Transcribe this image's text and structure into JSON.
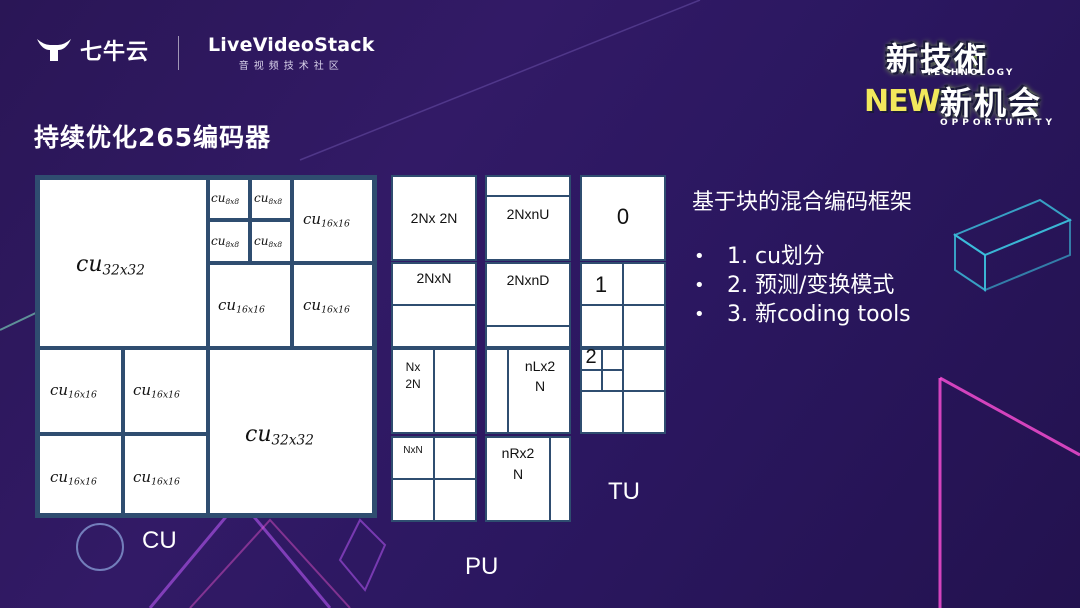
{
  "header": {
    "qiniu_logo_text": "七牛云",
    "lvs_logo_text": "LiveVideoStack",
    "lvs_logo_sub": "音视频技术社区",
    "badge": {
      "line1": "新技術",
      "technology": "TECHNOLOGY",
      "new": "NEW",
      "line2": "新机会",
      "opportunity": "OPPORTUNITY"
    }
  },
  "slide_title": "持续优化265编码器",
  "cu": {
    "section_label": "CU",
    "labels": {
      "cu32_a": "cu",
      "cu32_a_sub": "32x32",
      "cu32_b": "cu",
      "cu32_b_sub": "32x32",
      "cu8_1": "cu",
      "cu8_1_sub": "8x8",
      "cu8_2": "cu",
      "cu8_2_sub": "8x8",
      "cu8_3": "cu",
      "cu8_3_sub": "8x8",
      "cu8_4": "cu",
      "cu8_4_sub": "8x8",
      "cu16_1": "cu",
      "cu16_1_sub": "16x16",
      "cu16_2": "cu",
      "cu16_2_sub": "16x16",
      "cu16_3": "cu",
      "cu16_3_sub": "16x16",
      "cu16_4": "cu",
      "cu16_4_sub": "16x16",
      "cu16_5": "cu",
      "cu16_5_sub": "16x16",
      "cu16_6": "cu",
      "cu16_6_sub": "16x16",
      "cu16_7": "cu",
      "cu16_7_sub": "16x16"
    }
  },
  "pu": {
    "section_label": "PU",
    "labels": {
      "p_2nx2n": "2Nx 2N",
      "p_2nxn": "2NxN",
      "p_nx2n_1": "Nx",
      "p_nx2n_2": "2N",
      "p_nxn": "NxN",
      "p_2nxnu": "2NxnU",
      "p_2nxnd": "2NxnD",
      "p_nlx2n_1": "nLx2",
      "p_nlx2n_2": "N",
      "p_nrx2n_1": "nRx2",
      "p_nrx2n_2": "N"
    }
  },
  "tu": {
    "section_label": "TU",
    "labels": {
      "d0": "0",
      "d1": "1",
      "d2": "2"
    }
  },
  "right_panel": {
    "title": "基于块的混合编码框架",
    "bullet_glyph": "•",
    "items": [
      "1. cu划分",
      "2. 预测/变换模式",
      "3. 新coding tools"
    ]
  }
}
